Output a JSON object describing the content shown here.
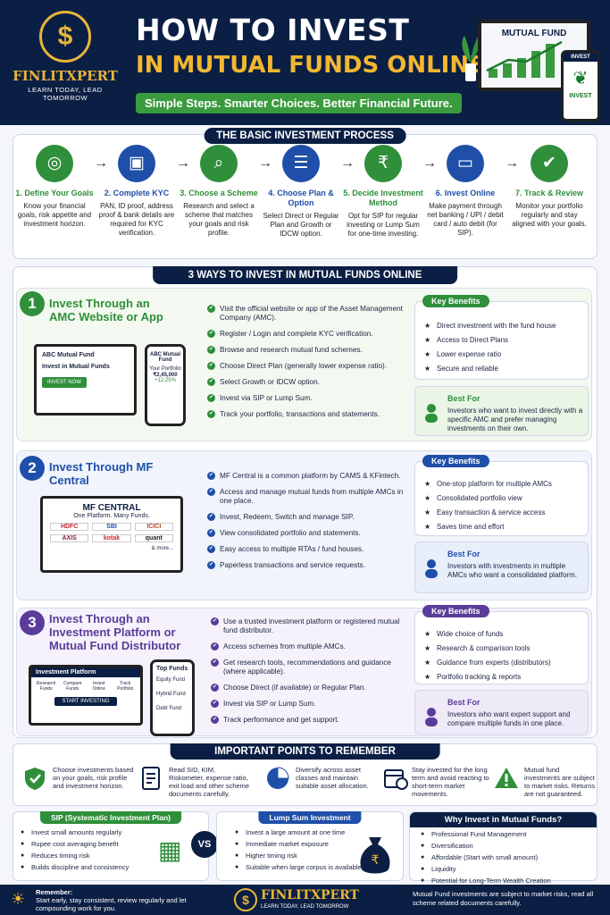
{
  "brand": {
    "name": "FINLITXPERT",
    "tagline": "LEARN TODAY, LEAD TOMORROW"
  },
  "header": {
    "title1": "HOW TO INVEST",
    "title2": "IN MUTUAL FUNDS ONLINE",
    "tagline": "Simple Steps. Smarter Choices. Better Financial Future.",
    "laptop_label": "MUTUAL FUND",
    "phone_top": "INVEST",
    "phone_label": "INVEST"
  },
  "process": {
    "heading": "THE BASIC INVESTMENT PROCESS",
    "steps": [
      {
        "title": "1. Define Your Goals",
        "desc": "Know your financial goals, risk appetite and investment horizon."
      },
      {
        "title": "2. Complete KYC",
        "desc": "PAN, ID proof, address proof & bank details are required for KYC verification."
      },
      {
        "title": "3. Choose a Scheme",
        "desc": "Research and select a scheme that matches your goals and risk profile."
      },
      {
        "title": "4. Choose Plan & Option",
        "desc": "Select Direct or Regular Plan and Growth or IDCW option."
      },
      {
        "title": "5. Decide Investment Method",
        "desc": "Opt for SIP for regular investing or Lump Sum for one-time investing."
      },
      {
        "title": "6. Invest Online",
        "desc": "Make payment through net banking / UPI / debit card / auto debit (for SIP)."
      },
      {
        "title": "7. Track & Review",
        "desc": "Monitor your portfolio regularly and stay aligned with your goals."
      }
    ]
  },
  "ways": {
    "heading": "3 WAYS TO INVEST IN MUTUAL FUNDS ONLINE",
    "w1": {
      "num": "1",
      "title": "Invest Through an AMC Website or App",
      "bullets": [
        "Visit the official website or app of the Asset Management Company (AMC).",
        "Register / Login and complete KYC verification.",
        "Browse and research mutual fund schemes.",
        "Choose Direct Plan (generally lower expense ratio).",
        "Select Growth or IDCW option.",
        "Invest via SIP or Lump Sum.",
        "Track your portfolio, transactions and statements."
      ],
      "benefits_title": "Key Benefits",
      "benefits": [
        "Direct investment with the fund house",
        "Access to Direct Plans",
        "Lower expense ratio",
        "Secure and reliable"
      ],
      "bestfor_title": "Best For",
      "bestfor": "Investors who want to invest directly with a specific AMC and prefer managing investments on their own.",
      "mock_head": "ABC Mutual Fund",
      "mock_body": "Invest in Mutual Funds",
      "mock_btn": "INVEST NOW",
      "phone_title": "ABC Mutual Fund",
      "phone_sub": "Your Portfolio",
      "phone_val": "₹2,45,000",
      "phone_pct": "+12.25%"
    },
    "w2": {
      "num": "2",
      "title": "Invest Through MF Central",
      "bullets": [
        "MF Central is a common platform by CAMS & KFintech.",
        "Access and manage mutual funds from multiple AMCs in one place.",
        "Invest, Redeem, Switch and manage SIP.",
        "View consolidated portfolio and statements.",
        "Easy access to multiple RTAs / fund houses.",
        "Paperless transactions and service requests."
      ],
      "benefits_title": "Key Benefits",
      "benefits": [
        "One-stop platform for multiple AMCs",
        "Consolidated portfolio view",
        "Easy transaction & service access",
        "Saves time and effort"
      ],
      "bestfor_title": "Best For",
      "bestfor": "Investors with investments in multiple AMCs who want a consolidated platform.",
      "mock_head": "MF CENTRAL",
      "mock_sub": "One Platform. Many Funds.",
      "logos": [
        "HDFC",
        "SBI",
        "ICICI",
        "AXIS",
        "kotak",
        "quant"
      ],
      "more": "& more..."
    },
    "w3": {
      "num": "3",
      "title": "Invest Through an Investment Platform or Mutual Fund Distributor",
      "bullets": [
        "Use a trusted investment platform or registered mutual fund distributor.",
        "Access schemes from multiple AMCs.",
        "Get research tools, recommendations and guidance (where applicable).",
        "Choose Direct (if available) or Regular Plan.",
        "Invest via SIP or Lump Sum.",
        "Track performance and get support."
      ],
      "benefits_title": "Key Benefits",
      "benefits": [
        "Wide choice of funds",
        "Research & comparison tools",
        "Guidance from experts (distributors)",
        "Portfolio tracking & reports"
      ],
      "bestfor_title": "Best For",
      "bestfor": "Investors who want expert support and compare multiple funds in one place.",
      "mock_head": "Investment Platform",
      "tiles": [
        "Research Funds",
        "Compare Funds",
        "Invest Online",
        "Track Portfolio"
      ],
      "mock_btn": "START INVESTING",
      "phone_title": "Top Funds",
      "funds": [
        "Equity Fund",
        "Hybrid Fund",
        "Debt Fund"
      ]
    }
  },
  "points": {
    "heading": "IMPORTANT POINTS TO REMEMBER",
    "items": [
      "Choose investments based on your goals, risk profile and investment horizon.",
      "Read SID, KIM, Riskometer, expense ratio, exit load and other scheme documents carefully.",
      "Diversify across asset classes and maintain suitable asset allocation.",
      "Stay invested for the long term and avoid reacting to short-term market movements.",
      "Mutual fund investments are subject to market risks. Returns are not guaranteed."
    ]
  },
  "sip": {
    "title": "SIP (Systematic Investment Plan)",
    "items": [
      "Invest small amounts regularly",
      "Rupee cost averaging benefit",
      "Reduces timing risk",
      "Builds discipline and consistency"
    ]
  },
  "vs": "VS",
  "lump": {
    "title": "Lump Sum Investment",
    "items": [
      "Invest a large amount at one time",
      "Immediate market exposure",
      "Higher timing risk",
      "Suitable when large corpus is available"
    ]
  },
  "why": {
    "title": "Why Invest in Mutual Funds?",
    "items": [
      "Professional Fund Management",
      "Diversification",
      "Affordable (Start with small amount)",
      "Liquidity",
      "Potential for Long-Term Wealth Creation"
    ]
  },
  "footer": {
    "remember_title": "Remember:",
    "remember": "Start early, stay consistent, review regularly and let compounding work for you.",
    "disclaimer": "Mutual Fund investments are subject to market risks, read all scheme related documents carefully."
  },
  "colors": {
    "navy": "#0b1f44",
    "gold": "#f2b630",
    "green": "#2f8f3a",
    "blue": "#1f4fa8",
    "purple": "#5a3c9a"
  }
}
